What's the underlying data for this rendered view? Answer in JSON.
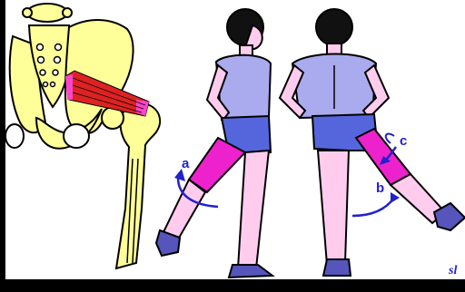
{
  "labels": {
    "a": "a",
    "b": "b",
    "c": "c"
  },
  "watermark": "sl",
  "colors": {
    "background": "#000000",
    "panel": "#ffffff",
    "bone": "#ffff99",
    "outline": "#000000",
    "muscle": "#dd2222",
    "muscle_highlight": "#ff44cc",
    "shirt": "#aaaaee",
    "shorts": "#5566dd",
    "skin": "#ffccee",
    "thigh_active": "#ee22cc",
    "hair": "#111111",
    "shoe": "#5555bb",
    "arrow": "#2222cc"
  }
}
